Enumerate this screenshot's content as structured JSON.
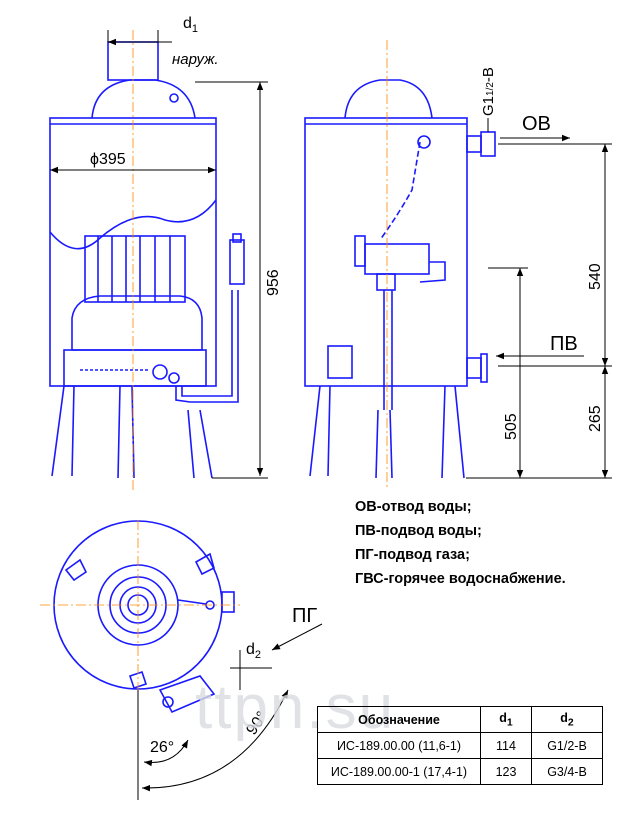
{
  "labels": {
    "d1": "d",
    "d1_sub": "1",
    "naruzh": "наруж.",
    "diameter": "ϕ395",
    "height_956": "956",
    "thread_top": "G1",
    "thread_top_frac": "1/2",
    "thread_top_suffix": "-B",
    "ov": "ОВ",
    "pv": "ПВ",
    "dim_540": "540",
    "dim_505": "505",
    "dim_265": "265",
    "pg": "ПГ",
    "d2": "d",
    "d2_sub": "2",
    "angle_26": "26°",
    "angle_90": "90°"
  },
  "legend": [
    "ОВ-отвод воды;",
    "ПВ-подвод воды;",
    "ПГ-подвод газа;",
    "ГВС-горячее водоснабжение."
  ],
  "table": {
    "headers": [
      "Обозначение",
      "d",
      "d"
    ],
    "header_subs": [
      "",
      "1",
      "2"
    ],
    "rows": [
      [
        "ИС-189.00.00 (11,6-1)",
        "114",
        "G1/2-B"
      ],
      [
        "ИС-189.00.00-1 (17,4-1)",
        "123",
        "G3/4-B"
      ]
    ]
  },
  "watermark": "ttpn.su",
  "colors": {
    "outline": "#1a1aff",
    "dimension": "#000000",
    "axis": "#ff8800"
  }
}
